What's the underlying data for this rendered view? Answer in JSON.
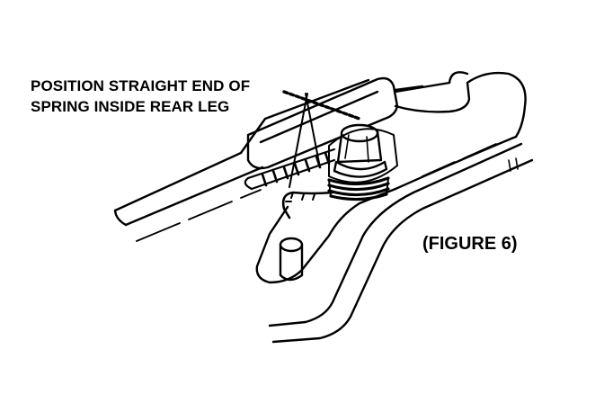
{
  "callout": {
    "line1": "POSITION STRAIGHT END OF",
    "line2": "SPRING INSIDE REAR LEG"
  },
  "figure_label": "(FIGURE 6)",
  "colors": {
    "ink": "#000000",
    "paper": "#ffffff"
  }
}
